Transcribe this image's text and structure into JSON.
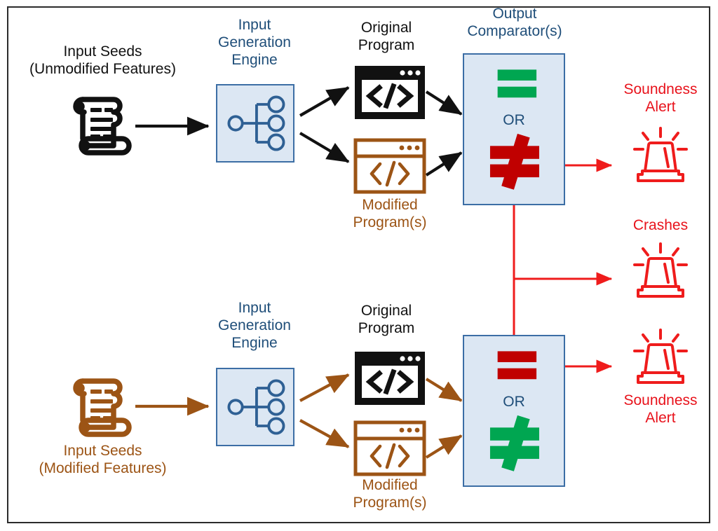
{
  "diagram": {
    "title": "Differential fuzzing pipeline with unmodified and modified feature seeds",
    "colors": {
      "blue": "#1f4e79",
      "box_fill": "#dce7f3",
      "box_stroke": "#3c6ea5",
      "black": "#111111",
      "brown": "#9c5415",
      "red_alert": "#ef1c1c",
      "red_mismatch": "#c00000",
      "green_match": "#00a651",
      "frame": "#2b2b2b"
    },
    "rows": [
      {
        "id": "unmodified-row",
        "seed_label": "Input Seeds\n(Unmodified Features)",
        "seed_label_color": "black",
        "seed_icon": "scroll-icon",
        "engine_label": "Input\nGeneration\nEngine",
        "engine_icon": "fanout-tree-icon",
        "original_label": "Original\nProgram",
        "original_icon": "code-window-filled-icon",
        "modified_label": "Modified\nProgram(s)",
        "modified_icon": "code-window-outline-icon",
        "comparator_label": "Output\nComparator(s)",
        "comparator_operator": "OR",
        "equals_color": "green_match",
        "not_equals_color": "red_mismatch",
        "alert_label": "Soundness\nAlert",
        "alert_icon": "siren-alert-icon",
        "flow_color": "black"
      },
      {
        "id": "modified-row",
        "seed_label": "Input Seeds\n(Modified Features)",
        "seed_label_color": "brown",
        "seed_icon": "scroll-icon",
        "engine_label": "Input\nGeneration\nEngine",
        "engine_icon": "fanout-tree-icon",
        "original_label": "Original\nProgram",
        "original_icon": "code-window-filled-icon",
        "modified_label": "Modified\nProgram(s)",
        "modified_icon": "code-window-outline-icon",
        "comparator_operator": "OR",
        "equals_color": "red_mismatch",
        "not_equals_color": "green_match",
        "alert_label": "Soundness\nAlert",
        "alert_icon": "siren-alert-icon",
        "flow_color": "brown"
      }
    ],
    "crashes": {
      "label": "Crashes",
      "icon": "siren-alert-icon"
    }
  }
}
